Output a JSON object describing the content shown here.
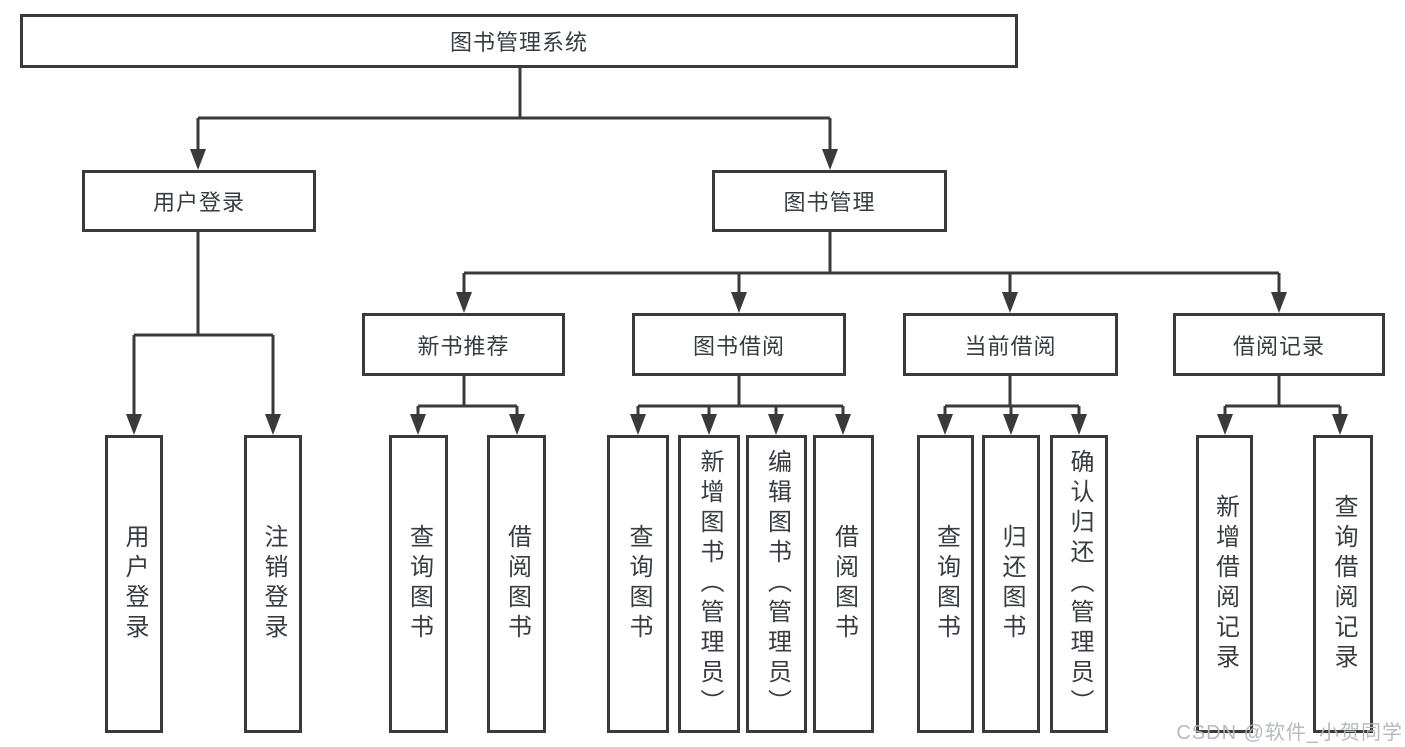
{
  "diagram": {
    "root": "图书管理系统",
    "level1": {
      "user_login": "用户登录",
      "book_mgmt": "图书管理"
    },
    "level2": {
      "new_books": "新书推荐",
      "book_borrow": "图书借阅",
      "current_borrow": "当前借阅",
      "borrow_records": "借阅记录"
    },
    "leaves": {
      "user_login": "用户登录",
      "logout": "注销登录",
      "nb_query_books": "查询图书",
      "nb_borrow_books": "借阅图书",
      "bb_query_books": "查询图书",
      "bb_add_books_admin": "新增图书（管理员）",
      "bb_edit_books_admin": "编辑图书（管理员）",
      "bb_borrow_books": "借阅图书",
      "cb_query_books": "查询图书",
      "cb_return_books": "归还图书",
      "cb_confirm_return_admin": "确认归还（管理员）",
      "br_add_record": "新增借阅记录",
      "br_query_record": "查询借阅记录"
    }
  },
  "watermark": "CSDN @软件_小贺同学",
  "colors": {
    "line": "#3a3a3a",
    "text": "#383c42",
    "watermark": "#b2b5ba"
  }
}
